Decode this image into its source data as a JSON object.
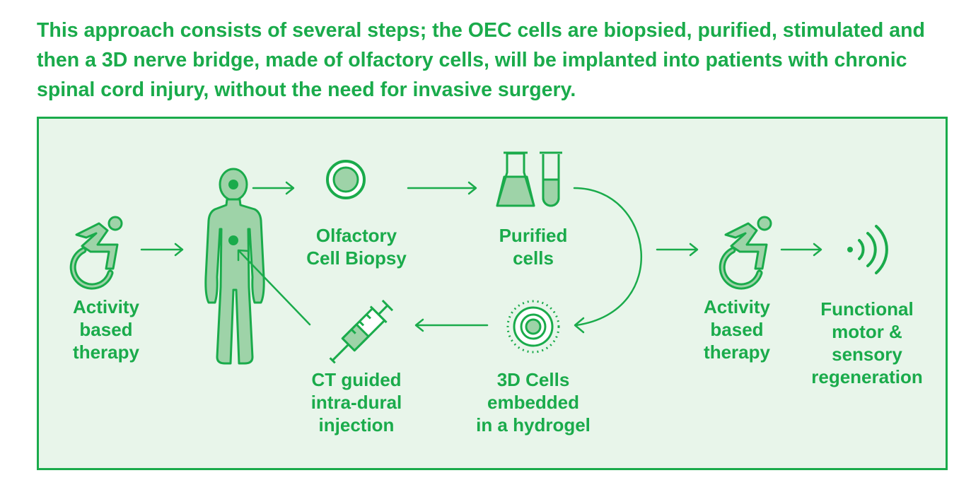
{
  "intro_text": "This approach consists of several steps; the OEC cells are biopsied, purified, stimulated and then a 3D nerve bridge, made of olfactory cells, will be implanted into patients with chronic spinal cord injury, without the need for invasive surgery.",
  "colors": {
    "accent": "#1aab4b",
    "fill": "#9ed3a8",
    "panel": "#e8f5ea"
  },
  "steps": {
    "activity_left": "Activity\nbased\ntherapy",
    "biopsy": "Olfactory\nCell Biopsy",
    "purified": "Purified\ncells",
    "hydrogel": "3D Cells\nembedded\nin a hydrogel",
    "injection": "CT guided\nintra-dural\ninjection",
    "activity_right": "Activity\nbased\ntherapy",
    "regeneration": "Functional\nmotor &\nsensory\nregeneration"
  },
  "icons": [
    "wheelchair-icon",
    "human-body-icon",
    "cell-icon",
    "flask-icon",
    "test-tube-icon",
    "hydrogel-cell-icon",
    "syringe-icon",
    "signal-icon"
  ]
}
